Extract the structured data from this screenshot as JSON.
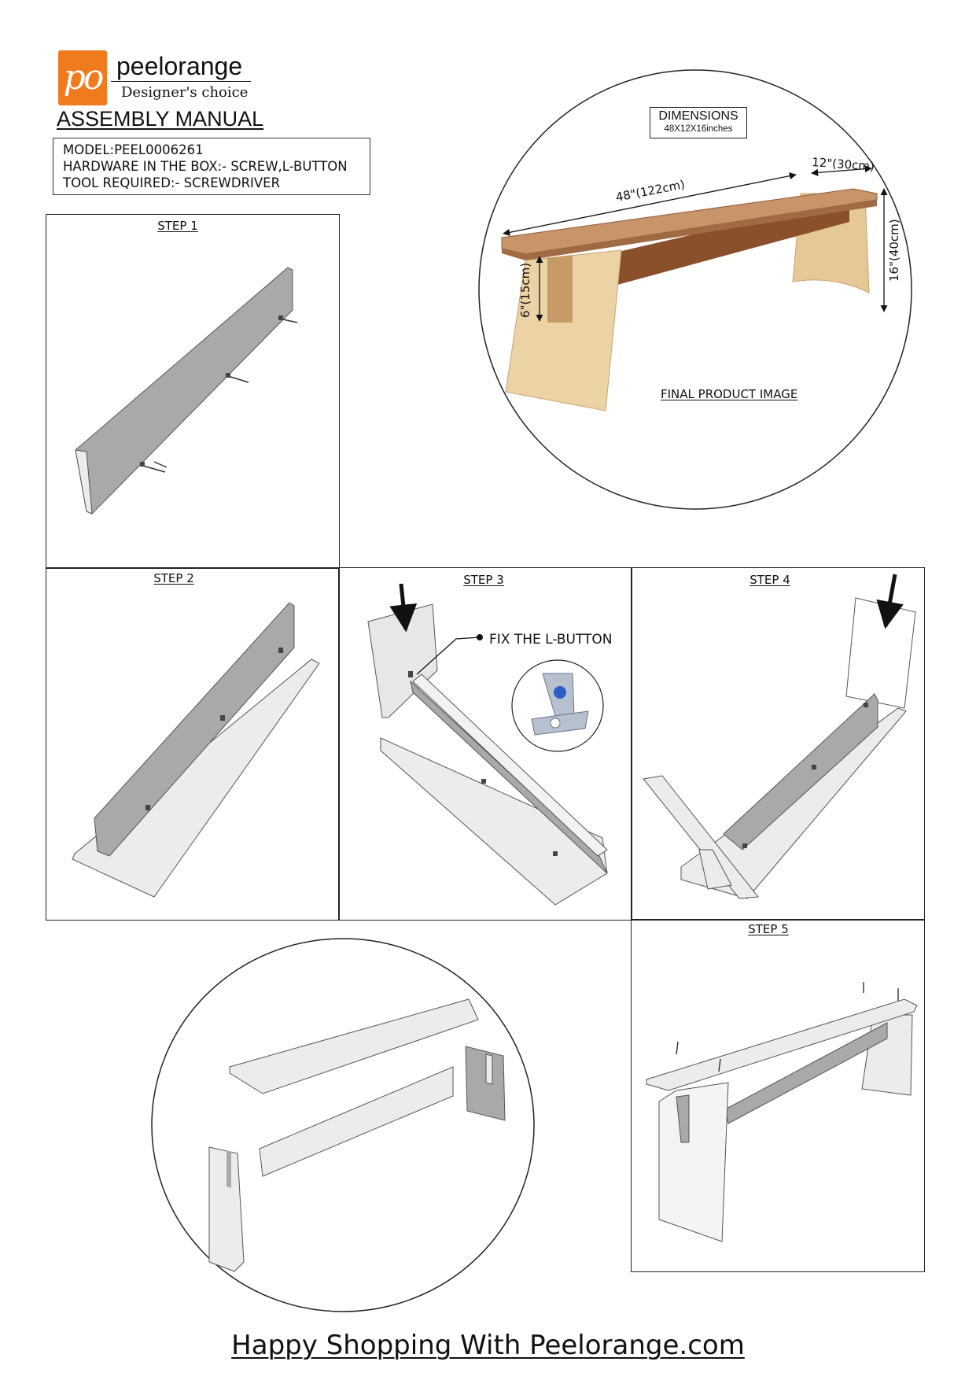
{
  "header": {
    "logo_text": "po",
    "brand_name": "peelorange",
    "tagline": "Designer's choice",
    "manual_title": "ASSEMBLY MANUAL"
  },
  "info": {
    "model": "MODEL:PEEL0006261",
    "hardware": "HARDWARE IN THE BOX:- SCREW,L-BUTTON",
    "tools": "TOOL REQUIRED:- SCREWDRIVER"
  },
  "dimensions": {
    "title": "DIMENSIONS",
    "subtitle": "48X12X16inches",
    "length": "48\"(122cm)",
    "depth": "12\"(30cm)",
    "height": "16\"(40cm)",
    "leg_slot": "6\"(15cm)",
    "final_label": "FINAL PRODUCT IMAGE"
  },
  "steps": {
    "step1": "STEP 1",
    "step2": "STEP 2",
    "step3": "STEP 3",
    "step4": "STEP 4",
    "step5": "STEP 5"
  },
  "callouts": {
    "fix_lbutton": "FIX THE L-BUTTON"
  },
  "footer": {
    "text": "Happy Shopping With Peelorange.com"
  },
  "colors": {
    "brand_orange": "#f07a1e",
    "wood_top": "#c8946a",
    "wood_leg": "#ecd3a6",
    "panel_gray": "#a9a9a9",
    "panel_light": "#ececec"
  }
}
